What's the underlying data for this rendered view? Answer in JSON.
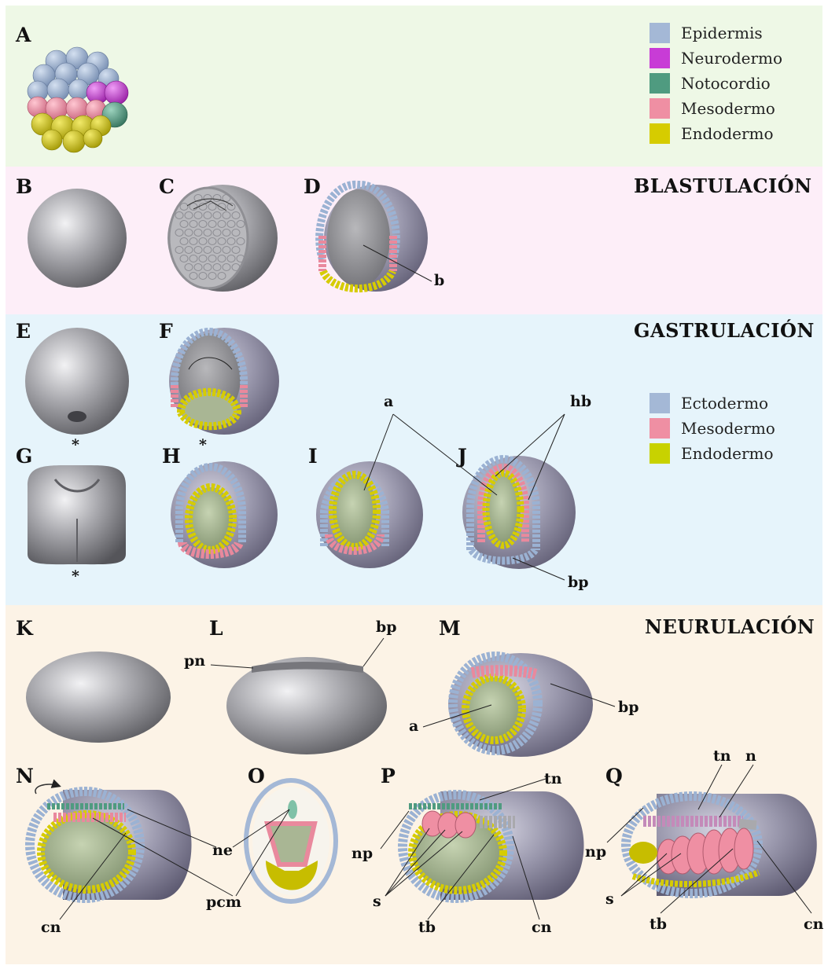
{
  "colors": {
    "epidermis": "#a4b8d6",
    "neurodermo": "#c83cd6",
    "notocordio": "#4f9b80",
    "mesodermo": "#ef8fa3",
    "endodermo": "#d6cc00",
    "band_a": "#eef8e6",
    "band_blast": "#fdeef8",
    "band_gast": "#e6f4fb",
    "band_neur": "#fcf3e6"
  },
  "panels": {
    "A": "A",
    "B": "B",
    "C": "C",
    "D": "D",
    "E": "E",
    "F": "F",
    "G": "G",
    "H": "H",
    "I": "I",
    "J": "J",
    "K": "K",
    "L": "L",
    "M": "M",
    "N": "N",
    "O": "O",
    "P": "P",
    "Q": "Q"
  },
  "sections": {
    "blastulation": "BLASTULACIÓN",
    "gastrulation": "GASTRULACIÓN",
    "neurulation": "NEURULACIÓN"
  },
  "legend_top": [
    {
      "label": "Epidermis",
      "color": "#a4b8d6"
    },
    {
      "label": "Neurodermo",
      "color": "#c83cd6"
    },
    {
      "label": "Notocordio",
      "color": "#4f9b80"
    },
    {
      "label": "Mesodermo",
      "color": "#ef8fa3"
    },
    {
      "label": "Endodermo",
      "color": "#d6cc00"
    }
  ],
  "legend_gast": [
    {
      "label": "Ectodermo",
      "color": "#a4b8d6"
    },
    {
      "label": "Mesodermo",
      "color": "#ef8fa3"
    },
    {
      "label": "Endodermo",
      "color": "#c8d200"
    }
  ],
  "annotations": {
    "b": "b",
    "a": "a",
    "hb": "hb",
    "bp": "bp",
    "pn": "pn",
    "ne": "ne",
    "pcm": "pcm",
    "cn": "cn",
    "np": "np",
    "tn": "tn",
    "n": "n",
    "s": "s",
    "tb": "tb",
    "asterisk": "*"
  }
}
